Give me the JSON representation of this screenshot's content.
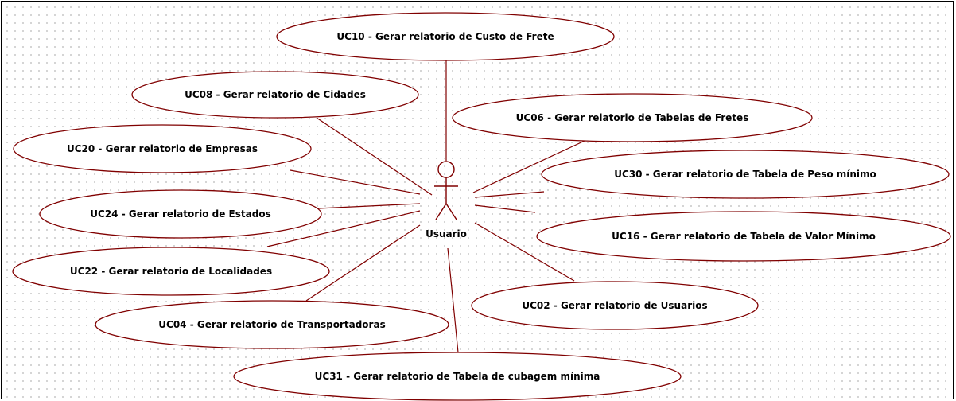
{
  "diagram": {
    "actor": {
      "name": "Usuario"
    },
    "use_cases": [
      {
        "id": "uc10",
        "label": "UC10 - Gerar relatorio de Custo de Frete"
      },
      {
        "id": "uc08",
        "label": "UC08 - Gerar relatorio de Cidades"
      },
      {
        "id": "uc06",
        "label": "UC06 - Gerar relatorio de Tabelas de Fretes"
      },
      {
        "id": "uc20",
        "label": "UC20 - Gerar relatorio de Empresas"
      },
      {
        "id": "uc30",
        "label": "UC30 - Gerar relatorio de Tabela de Peso mínimo"
      },
      {
        "id": "uc24",
        "label": "UC24 - Gerar relatorio de Estados"
      },
      {
        "id": "uc16",
        "label": "UC16 - Gerar relatorio de Tabela de Valor Mínimo"
      },
      {
        "id": "uc22",
        "label": "UC22 - Gerar relatorio de Localidades"
      },
      {
        "id": "uc02",
        "label": "UC02 - Gerar relatorio de Usuarios"
      },
      {
        "id": "uc04",
        "label": "UC04 - Gerar relatorio de Transportadoras"
      },
      {
        "id": "uc31",
        "label": "UC31 -  Gerar relatorio de Tabela de cubagem mínima"
      }
    ],
    "colors": {
      "stroke": "#800000",
      "fill": "#ffffff",
      "text": "#000000",
      "grid_dot": "#c9c9c9"
    }
  }
}
